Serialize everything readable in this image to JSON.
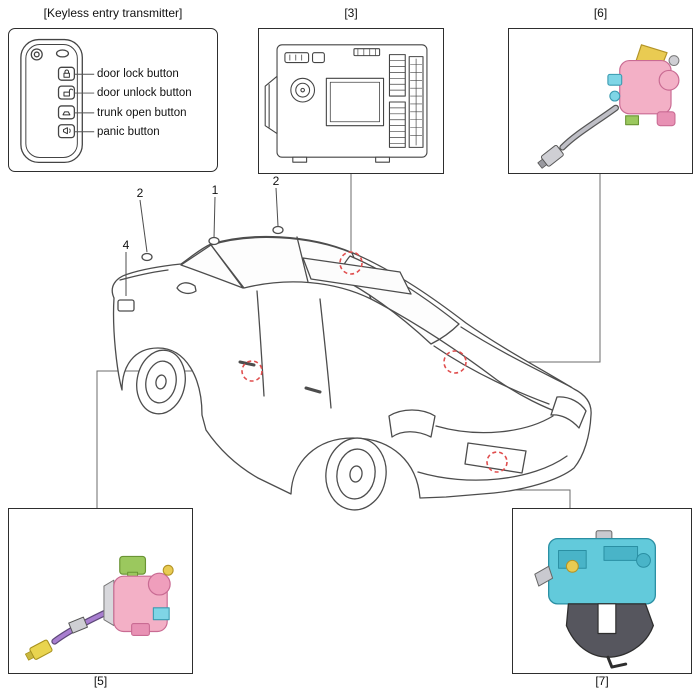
{
  "transmitter": {
    "title": "[Keyless entry transmitter]",
    "buttons": [
      {
        "label": "door lock button"
      },
      {
        "label": "door unlock button"
      },
      {
        "label": "trunk open button"
      },
      {
        "label": "panic button"
      }
    ]
  },
  "panels": [
    {
      "id": "smart-key-control-module",
      "ref": "[3]"
    },
    {
      "id": "door-lock-actuator-upper",
      "ref": "[6]"
    },
    {
      "id": "door-lock-actuator-lower",
      "ref": "[5]"
    },
    {
      "id": "trunk-lid-latch",
      "ref": "[7]"
    }
  ],
  "callouts": [
    {
      "num": "2"
    },
    {
      "num": "1"
    },
    {
      "num": "2"
    },
    {
      "num": "4"
    }
  ],
  "colors": {
    "line": "#4d4d4d",
    "marker": "#e04f4f",
    "actuator_pink": "#f3b0c6",
    "actuator_pink_dark": "#e891b4",
    "actuator_yellow": "#e9cb52",
    "actuator_cyan": "#7fd5e6",
    "actuator_green": "#9bc85e",
    "cable_purple": "#a87ed0",
    "cable_gray": "#bfbfc6",
    "latch_cyan": "#62cadb",
    "latch_cyan_dark": "#49b4c8"
  }
}
